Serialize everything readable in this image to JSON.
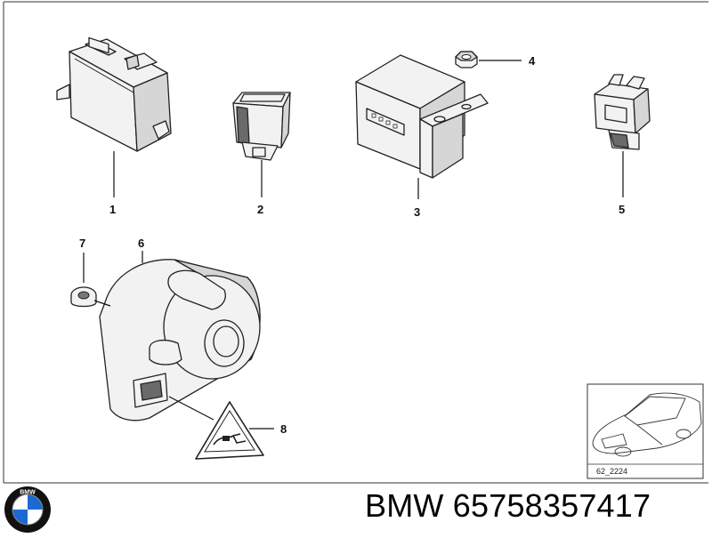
{
  "callouts": {
    "c1": "1",
    "c2": "2",
    "c3": "3",
    "c4": "4",
    "c5": "5",
    "c6": "6",
    "c7": "7",
    "c8": "8"
  },
  "inset": {
    "reference_code": "62_2224"
  },
  "logo": {
    "lettering": "BMW",
    "colors": {
      "ring": "#111111",
      "blue": "#1c69d4",
      "white": "#ffffff"
    }
  },
  "footer": {
    "title": "BMW 65758357417"
  }
}
